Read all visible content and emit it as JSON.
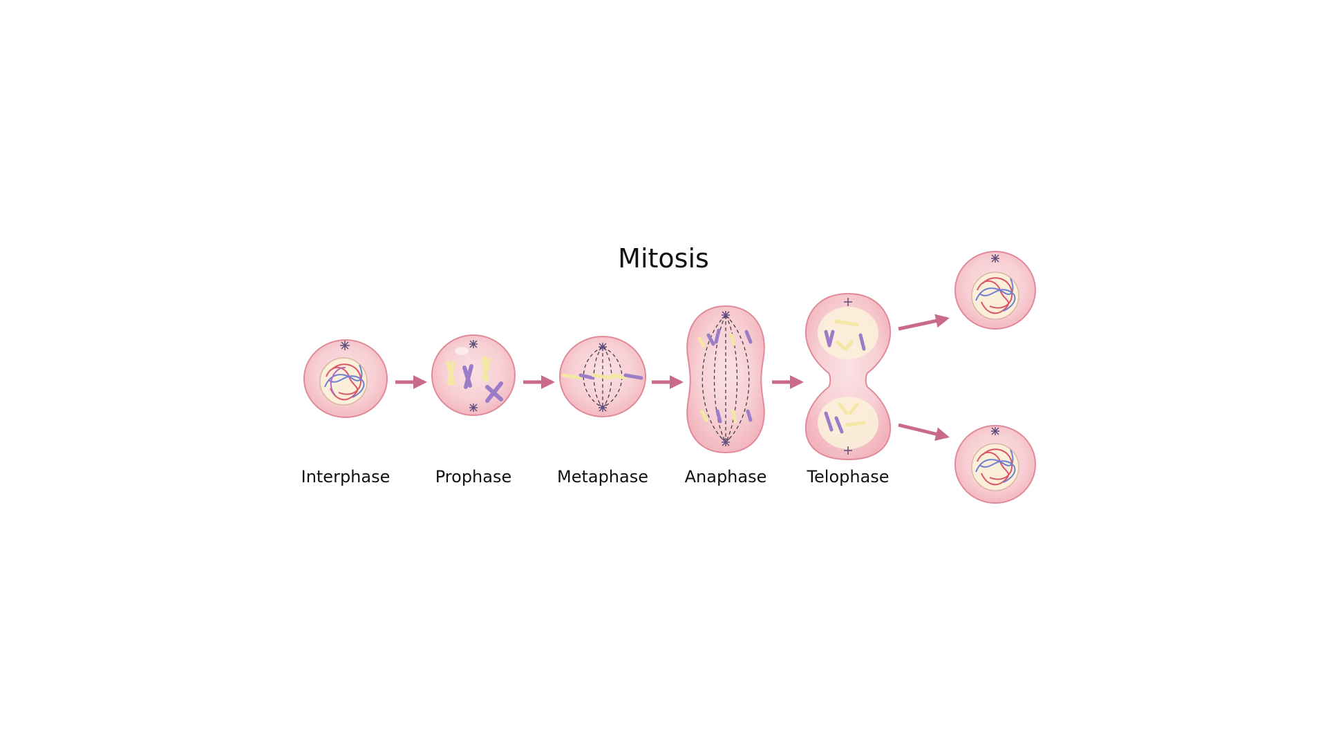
{
  "diagram": {
    "title": "Mitosis",
    "stages": [
      {
        "id": "interphase",
        "label": "Interphase"
      },
      {
        "id": "prophase",
        "label": "Prophase"
      },
      {
        "id": "metaphase",
        "label": "Metaphase"
      },
      {
        "id": "anaphase",
        "label": "Anaphase"
      },
      {
        "id": "telophase",
        "label": "Telophase"
      }
    ],
    "colors": {
      "cell_outer": "#f2b3bb",
      "cell_inner": "#f8d4d8",
      "cell_outline": "#e08a99",
      "nucleus": "#fbefd9",
      "chromosome_purple": "#9a7cc7",
      "chromosome_yellow": "#f3e7a6",
      "chromatin_red": "#d9546a",
      "chromatin_blue": "#6e7fd1",
      "arrow": "#c96a88",
      "centrosome": "#5b4e7a",
      "spindle": "#333333"
    }
  }
}
